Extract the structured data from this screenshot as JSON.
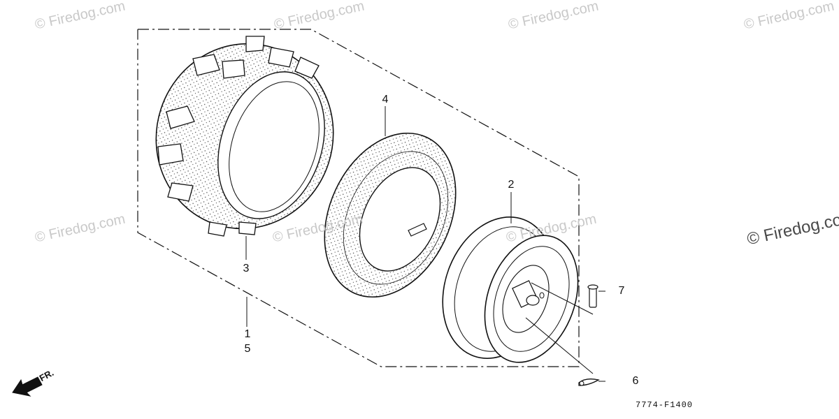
{
  "watermark": {
    "text": "© Firedog.com"
  },
  "callouts": {
    "c1": "1",
    "c2": "2",
    "c3": "3",
    "c4": "4",
    "c5": "5",
    "c6": "6",
    "c7": "7"
  },
  "direction_label": "FR.",
  "drawing_code": "7774-F1400",
  "colors": {
    "line": "#111111",
    "stipple": "#444444",
    "watermark_light": "#c9c9c9",
    "watermark_dark": "#4a4a4a"
  }
}
